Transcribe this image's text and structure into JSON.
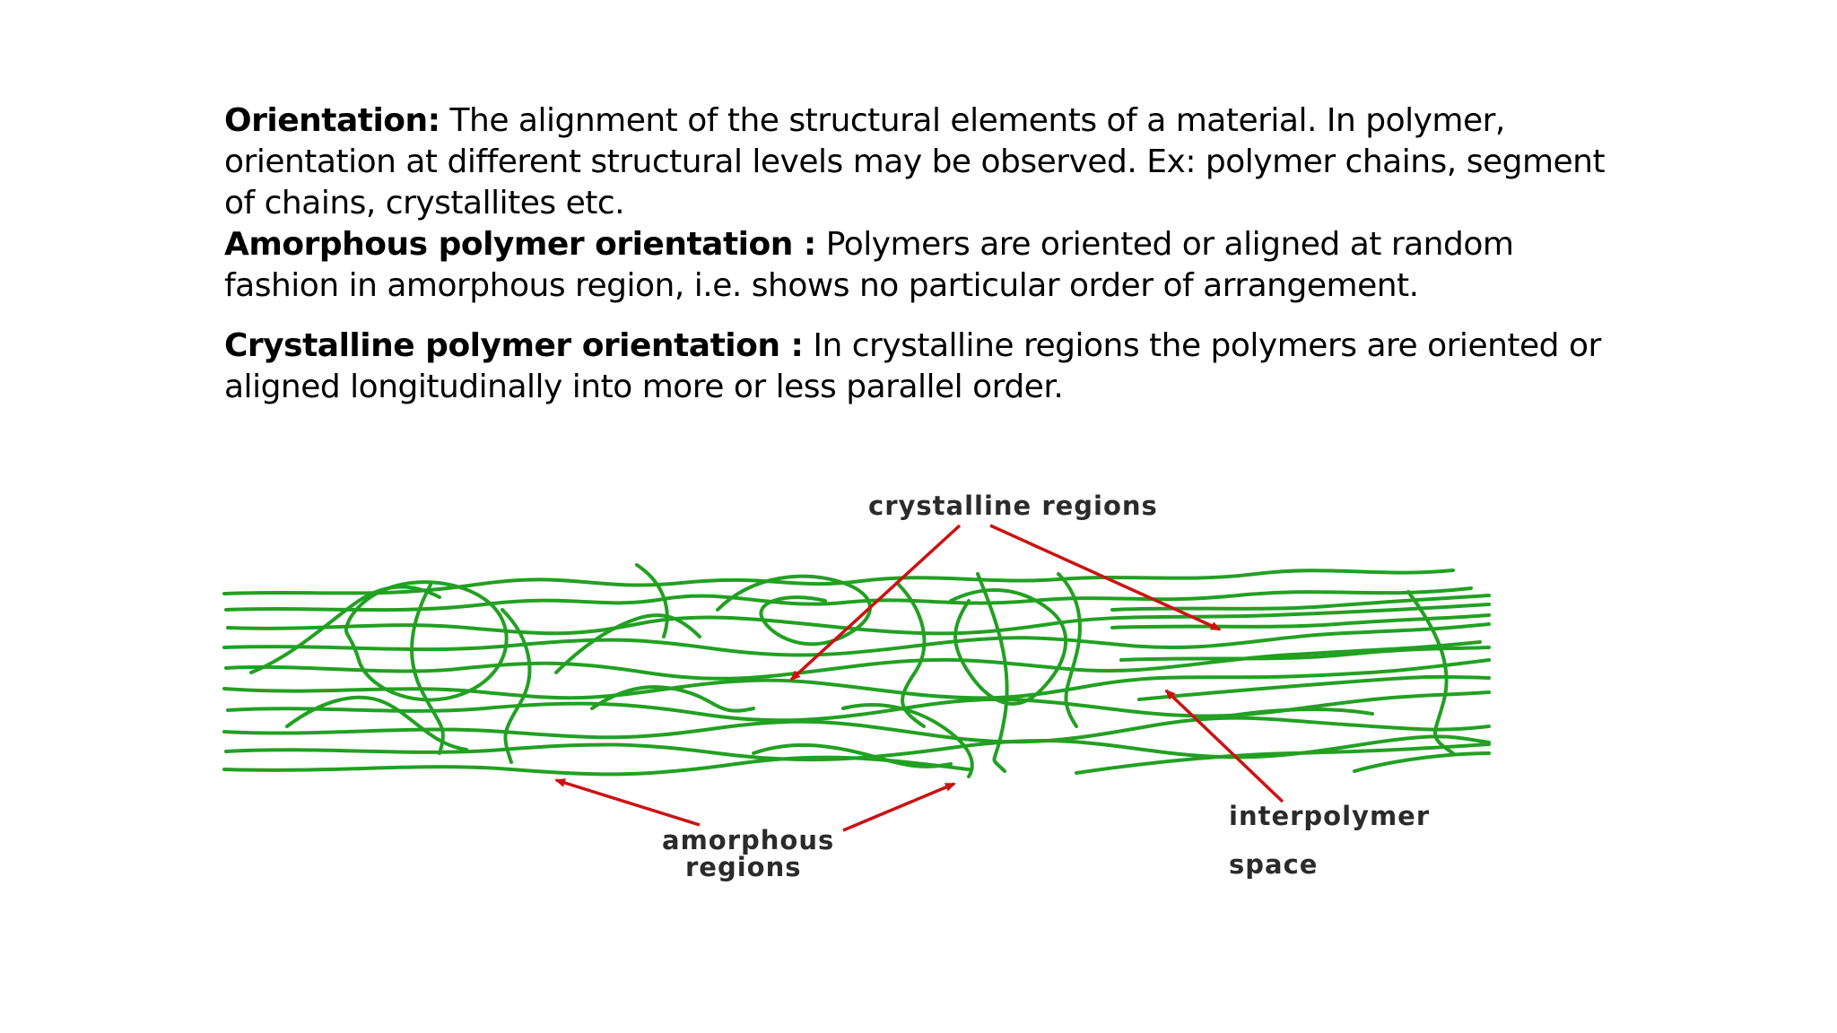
{
  "paragraphs": [
    {
      "term": "Orientation:",
      "text": " The alignment of the structural elements of a material. In polymer, orientation at different structural levels may be observed. Ex: polymer chains, segment of chains, crystallites etc."
    },
    {
      "term": "Amorphous polymer orientation :",
      "text": " Polymers are oriented or aligned at random fashion in amorphous region, i.e. shows no particular order of arrangement."
    },
    {
      "term": "Crystalline polymer orientation :",
      "text": " In crystalline regions the polymers are oriented or aligned longitudinally into more or less parallel order."
    }
  ],
  "diagram": {
    "labels": {
      "crystalline": "crystalline regions",
      "amorphous_line1": "amorphous",
      "amorphous_line2": "regions",
      "interpolymer_line1": "interpolymer",
      "interpolymer_line2": "space"
    },
    "chain_color": "#22a022",
    "arrow_color": "#cc1111"
  }
}
